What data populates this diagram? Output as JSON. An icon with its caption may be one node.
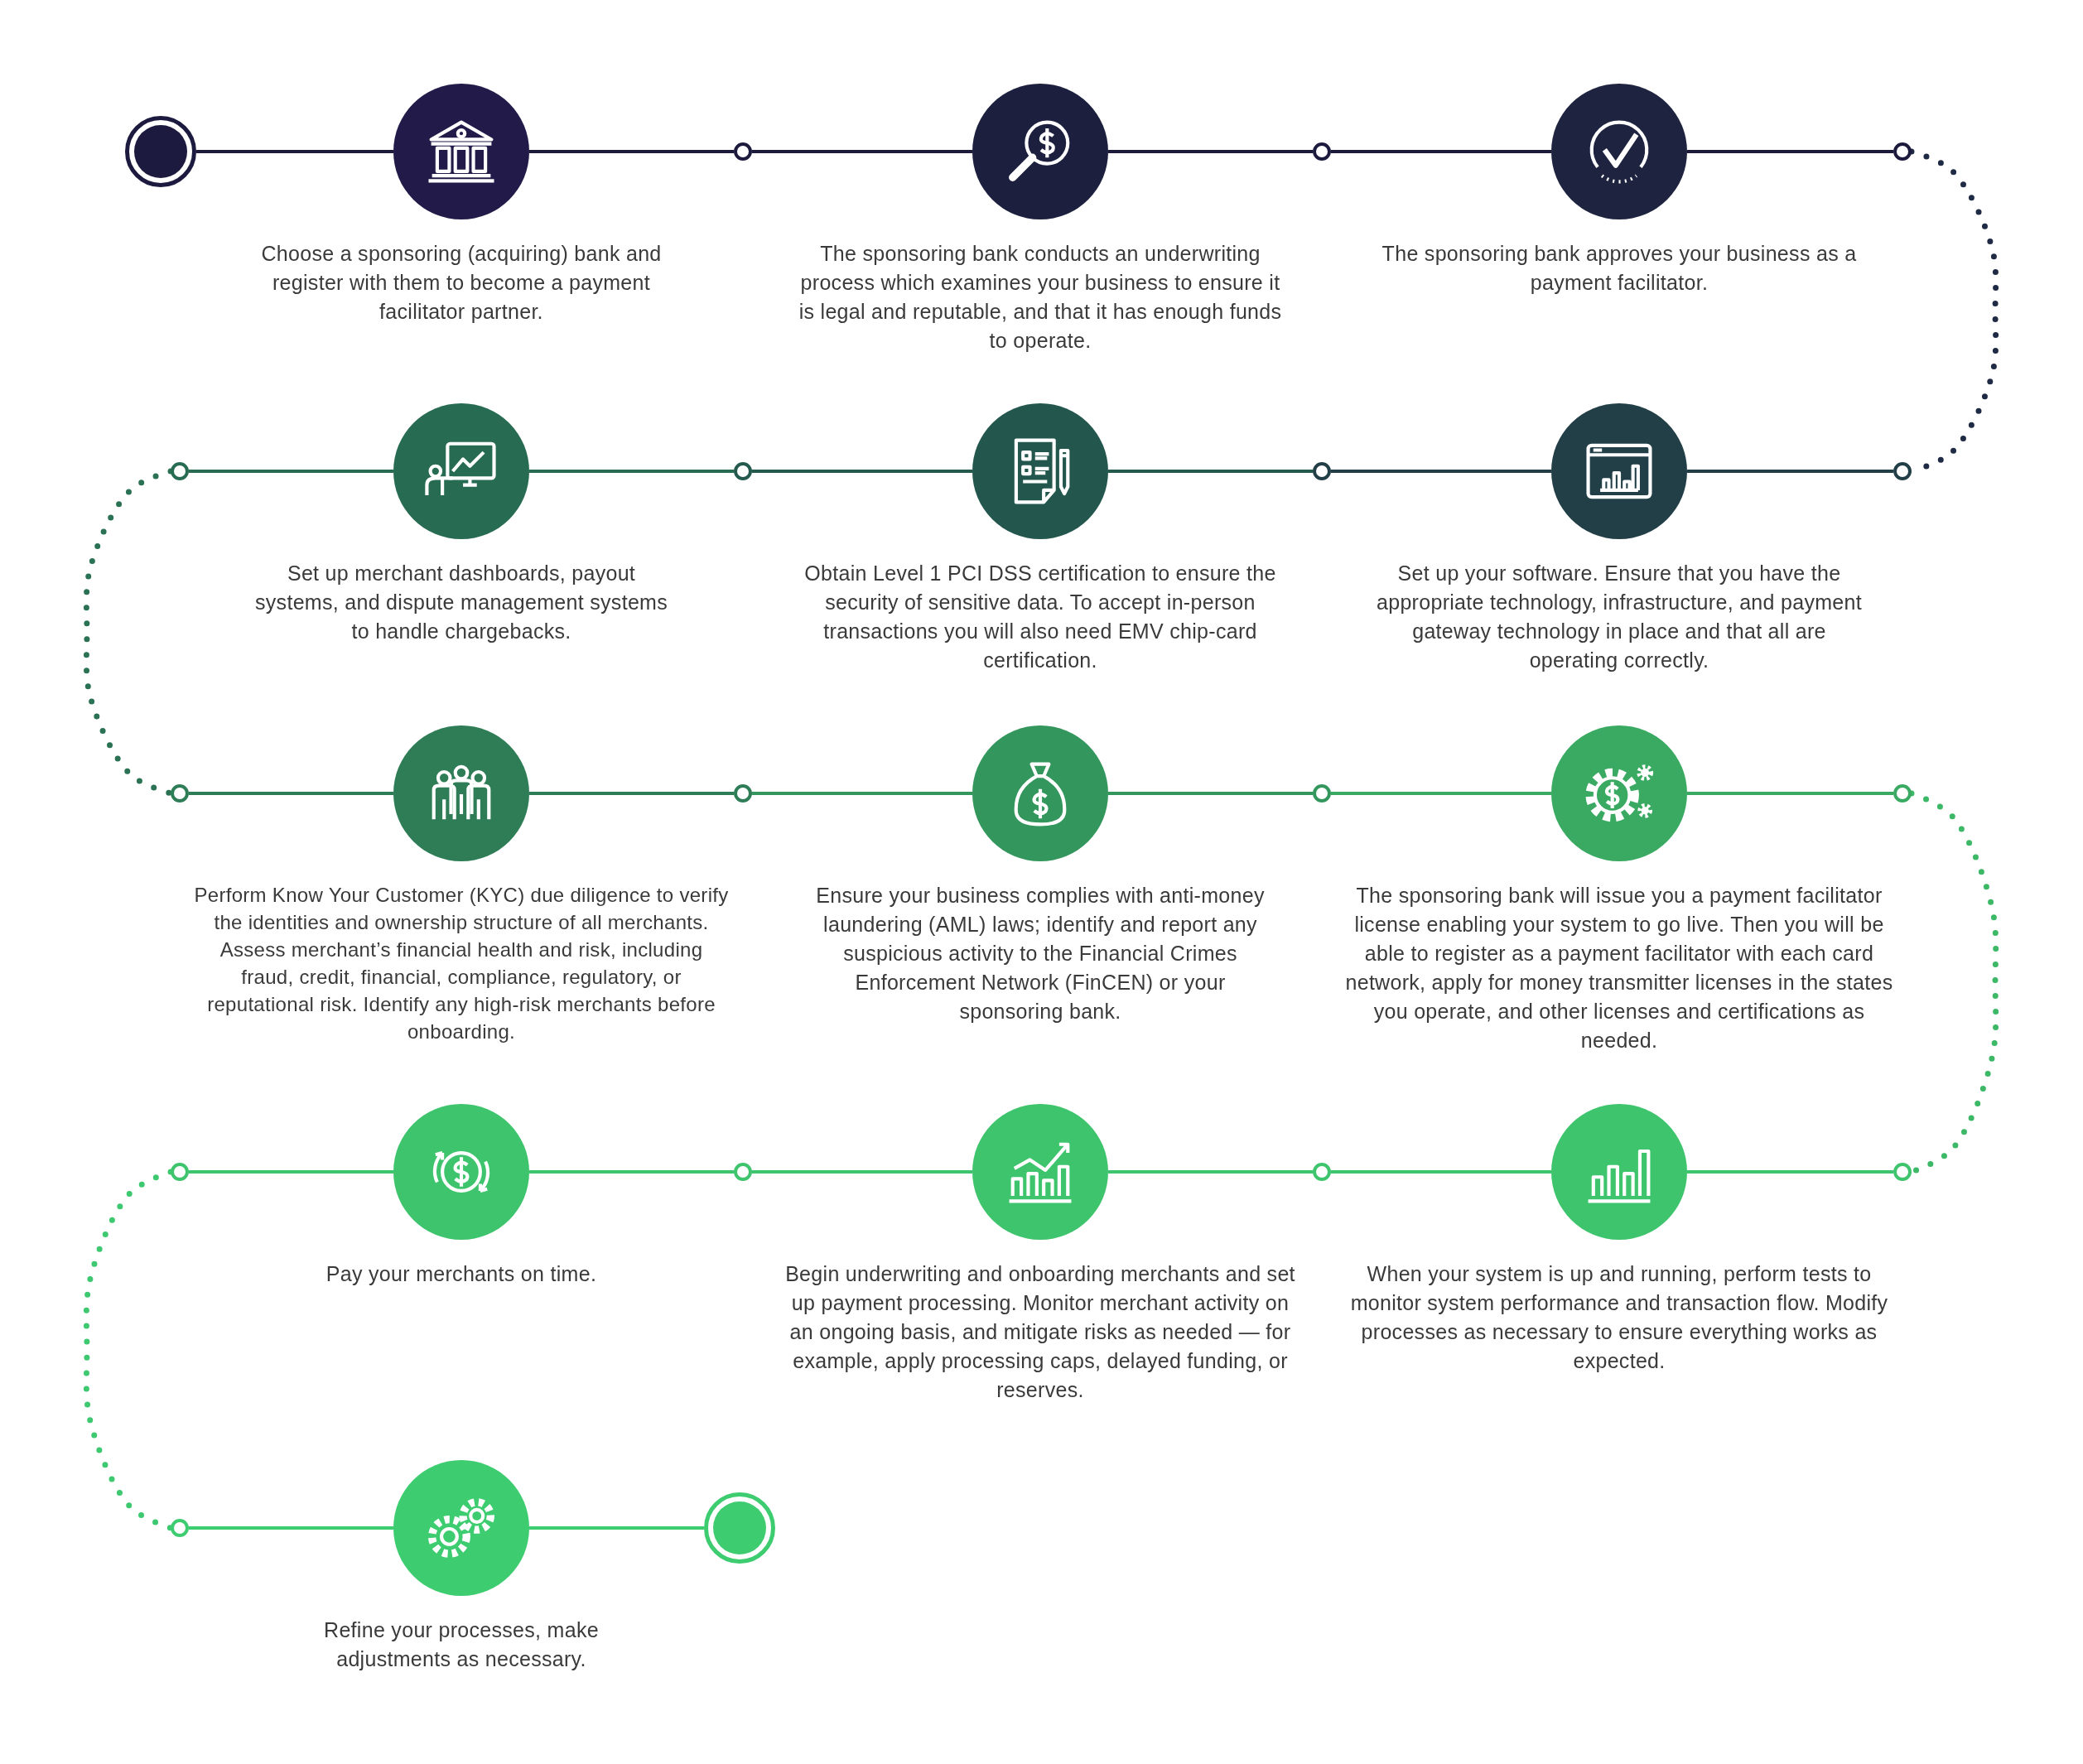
{
  "diagram": {
    "nodes": [
      {
        "text": [],
        "shape": "circle"
      },
      {
        "text": [],
        "shape": "circle",
        "beside": [
          "Choose a sponsoring (acquiring) bank and register with them to become a payment facilitator partner."
        ]
      },
      {
        "text": [],
        "shape": "circle"
      },
      {
        "text": [],
        "shape": "circle",
        "beside": [
          "The sponsoring bank conducts an underwriting process which examines your business to ensure it is legal and reputable, and that it has enough funds to operate."
        ]
      },
      {
        "text": [],
        "shape": "circle"
      },
      {
        "text": [],
        "shape": "circle",
        "beside": [
          "The sponsoring bank approves your business as a payment facilitator."
        ]
      },
      {
        "text": [],
        "shape": "circle"
      },
      {
        "text": [],
        "shape": "circle"
      },
      {
        "text": [],
        "shape": "circle",
        "beside": [
          "Set up your software. Ensure that you have the appropriate technology, infrastructure, and payment gateway technology in place and that all are operating correctly."
        ]
      },
      {
        "text": [],
        "shape": "circle"
      },
      {
        "text": [],
        "shape": "circle",
        "beside": [
          "Obtain Level 1 PCI DSS certification to ensure the security of sensitive data. To accept in-person transactions you will also need EMV chip-card certification."
        ]
      },
      {
        "text": [],
        "shape": "circle"
      },
      {
        "text": [],
        "shape": "circle",
        "beside": [
          "Set up merchant dashboards, payout systems, and dispute management systems to handle chargebacks."
        ]
      },
      {
        "text": [],
        "shape": "circle"
      },
      {
        "text": [],
        "shape": "circle"
      },
      {
        "text": [],
        "shape": "circle",
        "beside": [
          "Perform Know Your Customer (KYC) due diligence to verify the identities and ownership structure of all merchants. Assess merchant’s financial health and risk, including fraud, credit, financial, compliance, regulatory, or reputational risk. Identify any high-risk merchants before onboarding."
        ]
      },
      {
        "text": [],
        "shape": "circle"
      },
      {
        "text": [],
        "shape": "circle",
        "beside": [
          "Ensure your business complies with anti-money laundering (AML) laws; identify and report any suspicious activity to the Financial Crimes Enforcement Network (FinCEN) or your sponsoring bank."
        ]
      },
      {
        "text": [],
        "shape": "circle"
      },
      {
        "text": [],
        "shape": "circle",
        "beside": [
          "The sponsoring bank will issue you a payment facilitator license enabling your system to go live. Then you will be able to register as a payment facilitator with each card network, apply for money transmitter licenses in the states you operate, and other licenses and certifications as needed."
        ]
      },
      {
        "text": [],
        "shape": "circle"
      },
      {
        "text": [],
        "shape": "circle"
      },
      {
        "text": [],
        "shape": "circle",
        "beside": [
          "When your system is up and running, perform tests to monitor system performance and transaction flow. Modify processes as necessary to ensure everything works as expected."
        ]
      },
      {
        "text": [],
        "shape": "circle"
      },
      {
        "text": [],
        "shape": "circle",
        "beside": [
          "Begin underwriting and onboarding merchants and set up payment processing. Monitor merchant activity on an ongoing basis, and mitigate risks as needed — for example, apply processing caps, delayed funding, or reserves."
        ]
      },
      {
        "text": [],
        "shape": "circle"
      },
      {
        "text": [],
        "shape": "circle",
        "beside": [
          "Pay your merchants on time."
        ]
      },
      {
        "text": [],
        "shape": "circle"
      },
      {
        "text": [],
        "shape": "circle"
      },
      {
        "text": [],
        "shape": "circle",
        "beside": [
          "Refine your processes, make adjustments as necessary."
        ]
      },
      {
        "text": [],
        "shape": "circle"
      }
    ],
    "edges": [
      {
        "from": 0,
        "to": 1,
        "arrow": "none",
        "color": "#1d1b3d"
      },
      {
        "from": 1,
        "to": 2,
        "arrow": "none",
        "color": "#1d1b3d"
      },
      {
        "from": 2,
        "to": 3,
        "arrow": "none",
        "color": "#1d1b3d"
      },
      {
        "from": 3,
        "to": 4,
        "arrow": "none",
        "color": "#1d1b3d"
      },
      {
        "from": 4,
        "to": 5,
        "arrow": "none",
        "color": "#1d1b3d"
      },
      {
        "from": 5,
        "to": 6,
        "arrow": "none",
        "color": "#1d1b3d"
      },
      {
        "from": 6,
        "to": 7,
        "arrow": "none",
        "style": "dashed",
        "color": "#1f2a44"
      },
      {
        "from": 7,
        "to": 8,
        "arrow": "none",
        "color": "#223f48"
      },
      {
        "from": 8,
        "to": 9,
        "arrow": "none",
        "color": "#223f48"
      },
      {
        "from": 9,
        "to": 10,
        "arrow": "none",
        "color": "#245a4e"
      },
      {
        "from": 10,
        "to": 11,
        "arrow": "none",
        "color": "#245a4e"
      },
      {
        "from": 11,
        "to": 12,
        "arrow": "none",
        "color": "#276b52"
      },
      {
        "from": 12,
        "to": 13,
        "arrow": "none",
        "color": "#276b52"
      },
      {
        "from": 13,
        "to": 14,
        "arrow": "none",
        "style": "dashed",
        "color": "#2a7253"
      },
      {
        "from": 14,
        "to": 15,
        "arrow": "none",
        "color": "#2e7d57"
      },
      {
        "from": 15,
        "to": 16,
        "arrow": "none",
        "color": "#2e7d57"
      },
      {
        "from": 16,
        "to": 17,
        "arrow": "none",
        "color": "#33965c"
      },
      {
        "from": 17,
        "to": 18,
        "arrow": "none",
        "color": "#33965c"
      },
      {
        "from": 18,
        "to": 19,
        "arrow": "none",
        "color": "#3aaa62"
      },
      {
        "from": 19,
        "to": 20,
        "arrow": "none",
        "color": "#3aaa62"
      },
      {
        "from": 20,
        "to": 21,
        "arrow": "none",
        "style": "dashed",
        "color": "#3cb866"
      },
      {
        "from": 21,
        "to": 22,
        "arrow": "none",
        "color": "#3ec46c"
      },
      {
        "from": 22,
        "to": 23,
        "arrow": "none",
        "color": "#3ec46c"
      },
      {
        "from": 23,
        "to": 24,
        "arrow": "none",
        "color": "#3ec46c"
      },
      {
        "from": 24,
        "to": 25,
        "arrow": "none",
        "color": "#3ec46c"
      },
      {
        "from": 25,
        "to": 26,
        "arrow": "none",
        "color": "#3ec46c"
      },
      {
        "from": 26,
        "to": 27,
        "arrow": "none",
        "color": "#3ec46c"
      },
      {
        "from": 27,
        "to": 28,
        "arrow": "none",
        "style": "dashed",
        "color": "#3ec870"
      },
      {
        "from": 28,
        "to": 29,
        "arrow": "none",
        "color": "#3ecc70"
      },
      {
        "from": 29,
        "to": 30,
        "arrow": "none",
        "color": "#3ecc70"
      }
    ]
  }
}
